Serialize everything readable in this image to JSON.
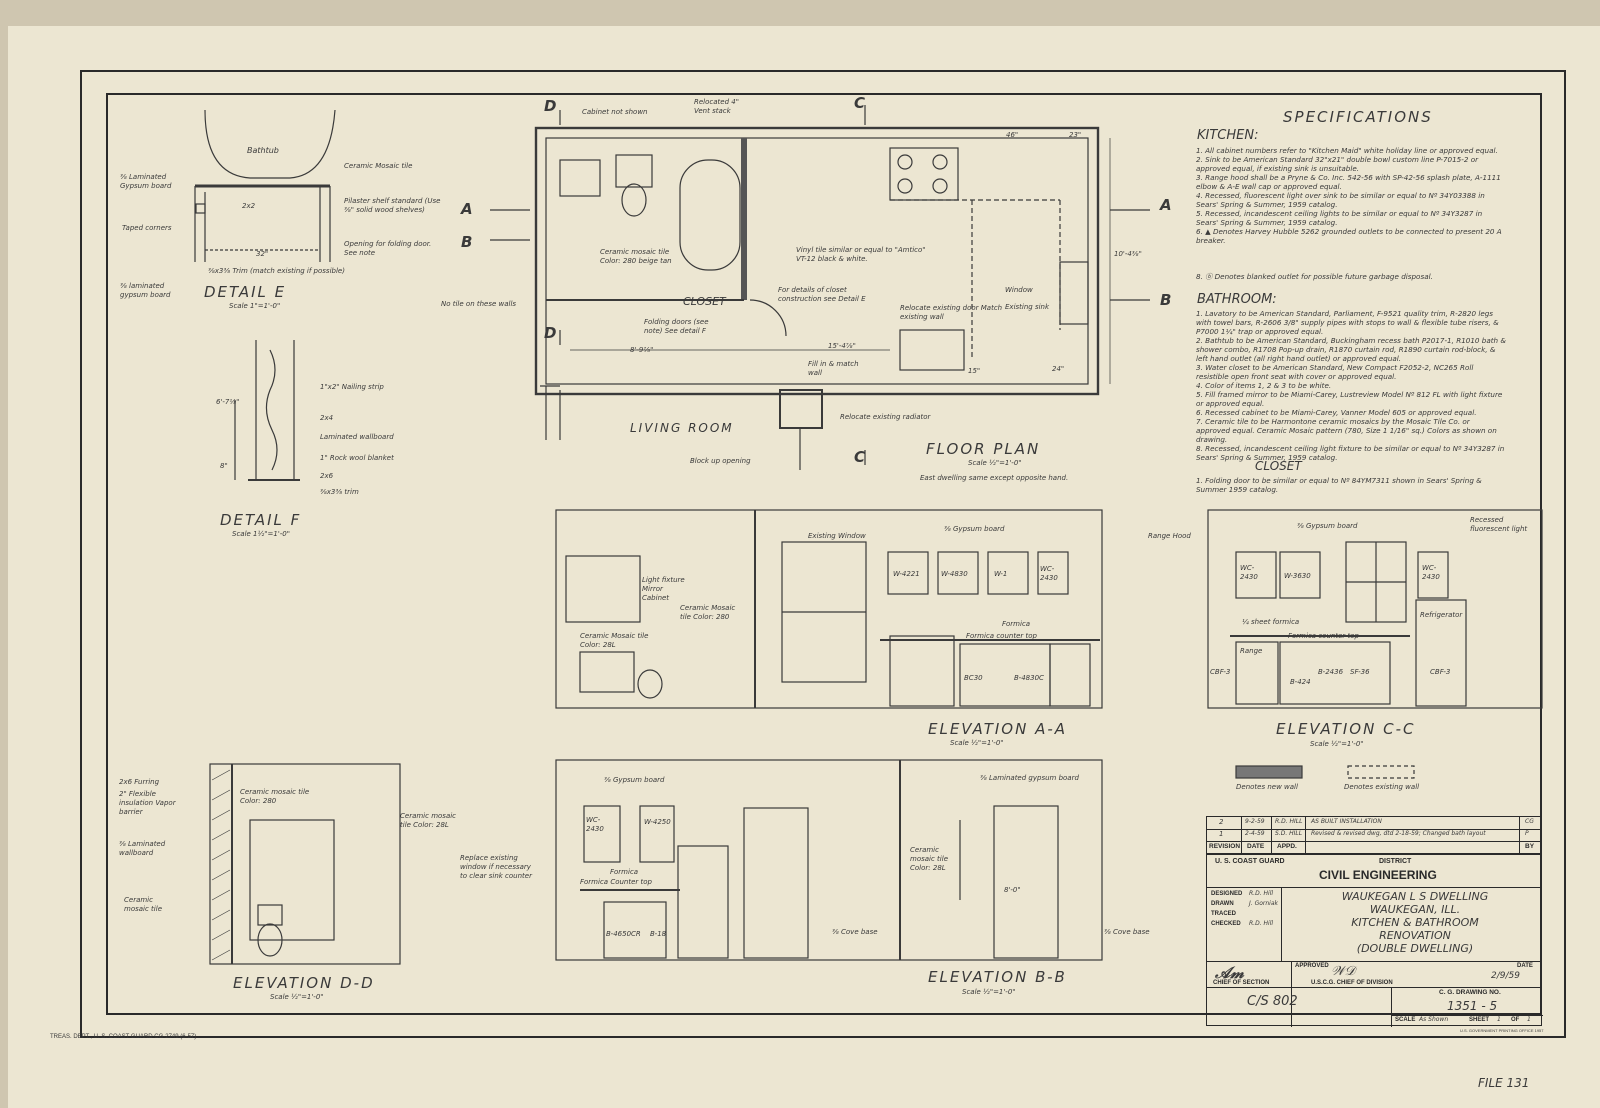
{
  "specifications": {
    "heading": "SPECIFICATIONS",
    "kitchen_heading": "KITCHEN:",
    "kitchen_items": [
      "1. All cabinet numbers refer to \"Kitchen Maid\" white holiday line or approved equal.",
      "2. Sink to be American Standard 32\"x21\" double bowl custom line P-7015-2 or approved equal, if existing sink is unsuitable.",
      "3. Range hood shall be a Pryne & Co. Inc. 542-56 with SP-42-56 splash plate, A-1111 elbow & A-E wall cap or approved equal.",
      "4. Recessed, fluorescent light over sink to be similar or equal to Nº 34Y03388 in Sears' Spring & Summer, 1959 catalog.",
      "5. Recessed, incandescent ceiling lights to be similar or equal to Nº 34Y3287 in Sears' Spring & Summer, 1959 catalog.",
      "6. ▲ Denotes Harvey Hubble 5262 grounded outlets to be connected to present 20 A breaker."
    ],
    "kitchen_note": "8. ⓑ Denotes blanked outlet for possible future garbage disposal.",
    "bathroom_heading": "BATHROOM:",
    "bathroom_items": [
      "1. Lavatory to be American Standard, Parliament, F-9521 quality trim, R-2820 legs with towel bars, R-2606 3/8\" supply pipes with stops to wall & flexible tube risers, & P7000 1¼\" trap or approved equal.",
      "2. Bathtub to be American Standard, Buckingham recess bath P2017-1, R1010 bath & shower combo, R1708 Pop-up drain, R1870 curtain rod, R1890 curtain rod-block, & left hand outlet (all right hand outlet) or approved equal.",
      "3. Water closet to be American Standard, New Compact F2052-2, NC265 Roll resistible open front seat with cover or approved equal.",
      "4. Color of items 1, 2 & 3 to be white.",
      "5. Fill framed mirror to be Miami-Carey, Lustreview Model Nº 812 FL with light fixture or approved equal.",
      "6. Recessed cabinet to be Miami-Carey, Vanner Model 605 or approved equal.",
      "7. Ceramic tile to be Harmontone ceramic mosaics by the Mosaic Tile Co. or approved equal. Ceramic Mosaic pattern (780, Size 1 1/16\" sq.) Colors as shown on drawing.",
      "8. Recessed, incandescent ceiling light fixture to be similar or equal to Nº 34Y3287 in Sears' Spring & Summer, 1959 catalog."
    ],
    "closet_heading": "CLOSET",
    "closet_items": [
      "1. Folding door to be similar or equal to Nº 84YM7311 shown in Sears' Spring & Summer 1959 catalog."
    ]
  },
  "views": {
    "detail_e": {
      "title": "DETAIL E",
      "scale": "Scale 1\"=1'-0\""
    },
    "detail_f": {
      "title": "DETAIL F",
      "scale": "Scale 1½\"=1'-0\""
    },
    "floor_plan": {
      "title": "FLOOR PLAN",
      "scale": "Scale ½\"=1'-0\"",
      "note": "East dwelling same except opposite hand."
    },
    "elev_aa": {
      "title": "ELEVATION A-A",
      "scale": "Scale ½\"=1'-0\""
    },
    "elev_cc": {
      "title": "ELEVATION C-C",
      "scale": "Scale ½\"=1'-0\""
    },
    "elev_dd": {
      "title": "ELEVATION D-D",
      "scale": "Scale ½\"=1'-0\""
    },
    "elev_bb": {
      "title": "ELEVATION B-B",
      "scale": "Scale ½\"=1'-0\""
    }
  },
  "room_labels": {
    "living_room": "LIVING ROOM",
    "closet": "CLOSET"
  },
  "section_marks": {
    "a": "A",
    "b": "B",
    "c": "C",
    "d": "D"
  },
  "detail_e_notes": {
    "bathtub": "Bathtub",
    "laminated_board": "⅜ Laminated Gypsum board",
    "ceramic_tile": "Ceramic Mosaic tile",
    "pilaster": "Pilaster shelf standard (Use ⅜\" solid wood shelves)",
    "taped_corners": "Taped corners",
    "two_by_two": "2x2",
    "opening": "Opening for folding door. See note",
    "trim": "⅜x3⅜ Trim (match existing if possible)",
    "lam_gypsum": "⅜ laminated gypsum board",
    "dim_32": "32\""
  },
  "detail_f_notes": {
    "nailing_strip": "1\"x2\" Nailing strip",
    "two_by_four": "2x4",
    "laminated_wallboard": "Laminated wallboard",
    "rock_wool": "1\" Rock wool blanket",
    "two_by_six": "2x6",
    "trim": "⅜x3⅜ trim",
    "dim": "6'-7⅛\"",
    "dim2": "8\""
  },
  "plan_notes": {
    "cabinet_not_shown": "Cabinet not shown",
    "relocated_vent": "Relocated 4\" Vent stack",
    "ceramic_tile": "Ceramic mosaic tile Color: 280 beige tan",
    "vinyl_tile": "Vinyl tile similar or equal to \"Amtico\" VT-12 black & white.",
    "no_tile": "No tile on these walls",
    "folding_doors": "Folding doors (see note) See detail F",
    "closet_details": "For details of closet construction see Detail E",
    "relocate_door": "Relocate existing door Match existing wall",
    "fill_in": "Fill in & match wall",
    "relocate_radiator": "Relocate existing radiator",
    "block_up": "Block up opening",
    "window": "Window",
    "existing_sink": "Existing sink",
    "dim_8_9": "8'-9⅞\"",
    "dim_15_4": "15'-4⅞\"",
    "dim_46": "46\"",
    "dim_23": "23\"",
    "dim_10_4": "10'-4⅜\"",
    "dim_15": "15\"",
    "dim_24": "24\""
  },
  "elev_aa_notes": {
    "existing_window": "Existing Window",
    "gypsum_board": "⅜ Gypsum board",
    "light_fixture": "Light fixture Mirror Cabinet",
    "tile_280": "Ceramic Mosaic tile Color: 280",
    "tile_281": "Ceramic Mosaic tile Color: 28L",
    "w4221": "W-4221",
    "w4830": "W-4830",
    "w1": "W-1",
    "wc2430": "WC-2430",
    "bc30": "BC30",
    "bc2": "B-4830C",
    "formica": "Formica",
    "counter": "Formica counter top"
  },
  "elev_cc_notes": {
    "range_hood": "Range Hood",
    "gypsum_board": "⅜ Gypsum board",
    "fluorescent": "Recessed fluorescent light",
    "wc2430": "WC-2430",
    "w3630": "W-3630",
    "wc2": "WC-2430",
    "refrigerator": "Refrigerator",
    "formica_sheet": "¼ sheet formica",
    "counter": "Formica counter top",
    "range": "Range",
    "cbf3": "CBF-3",
    "bc2": "B-424",
    "bc3": "B-2436",
    "sf36": "SF-36",
    "cbf3b": "CBF-3"
  },
  "elev_dd_notes": {
    "furring": "2x6 Furring",
    "insulation": "2\" Flexible insulation Vapor barrier",
    "laminated": "⅜ Laminated wallboard",
    "ceramic": "Ceramic mosaic tile",
    "tile_280": "Ceramic mosaic tile Color: 280",
    "tile_28l": "Ceramic mosaic tile Color: 28L"
  },
  "elev_bb_notes": {
    "gypsum_board": "⅜ Gypsum board",
    "laminated": "⅜ Laminated gypsum board",
    "replace_window": "Replace existing window if necessary to clear sink counter",
    "wc2430": "WC-2430",
    "w4250": "W-4250",
    "formica": "Formica",
    "counter": "Formica Counter top",
    "b4650": "B-4650CR",
    "b18": "B-18",
    "cove_base": "⅜ Cove base",
    "cove_base2": "⅜ Cove base",
    "tile_28l": "Ceramic mosaic tile Color: 28L",
    "dim": "8'-0\""
  },
  "legend": {
    "new_wall": "Denotes new wall",
    "existing_wall": "Denotes existing wall"
  },
  "revisions": {
    "rows": [
      {
        "num": "2",
        "date": "9-2-59",
        "appd": "R.D. HILL",
        "desc": "AS BUILT INSTALLATION",
        "by": "CG"
      },
      {
        "num": "1",
        "date": "2-4-59",
        "appd": "S.D. HILL",
        "desc": "Revised & revised dwg, dtd 2-18-59; Changed bath layout",
        "by": "P"
      }
    ],
    "headers": [
      "REVISION",
      "DATE",
      "APPD.",
      "BY"
    ]
  },
  "title_block": {
    "agency": "U. S. COAST GUARD",
    "district": "DISTRICT",
    "department": "CIVIL ENGINEERING",
    "title_lines": [
      "WAUKEGAN L S DWELLING",
      "WAUKEGAN, ILL.",
      "KITCHEN & BATHROOM",
      "RENOVATION",
      "(DOUBLE DWELLING)"
    ],
    "designed_label": "DESIGNED",
    "designed": "R.D. Hill",
    "drawn_label": "DRAWN",
    "drawn": "J. Gorniak",
    "traced_label": "TRACED",
    "traced": "",
    "checked_label": "CHECKED",
    "checked": "R.D. Hill",
    "approved_label": "APPROVED",
    "date_label": "DATE",
    "date": "2/9/59",
    "chief_section": "CHIEF OF SECTION",
    "chief_division": "U.S.C.G. CHIEF OF DIVISION",
    "drawing_no_label": "C. G. DRAWING NO.",
    "drawing_no": "1351 - 5",
    "cs_number": "C/S 802",
    "scale_label": "SCALE",
    "scale": "As Shown",
    "sheet_label": "SHEET",
    "sheet": "1",
    "of_label": "OF",
    "sheets": "1"
  },
  "footer": {
    "form": "TREAS. DEPT., U. S. COAST GUARD CG-2749 (6-57)",
    "printer": "U.S. GOVERNMENT PRINTING OFFICE 1957",
    "file": "FILE 131"
  },
  "colors": {
    "paper": "#ece6d2",
    "ink": "#3a3a3a",
    "background": "#cfc6b0"
  }
}
